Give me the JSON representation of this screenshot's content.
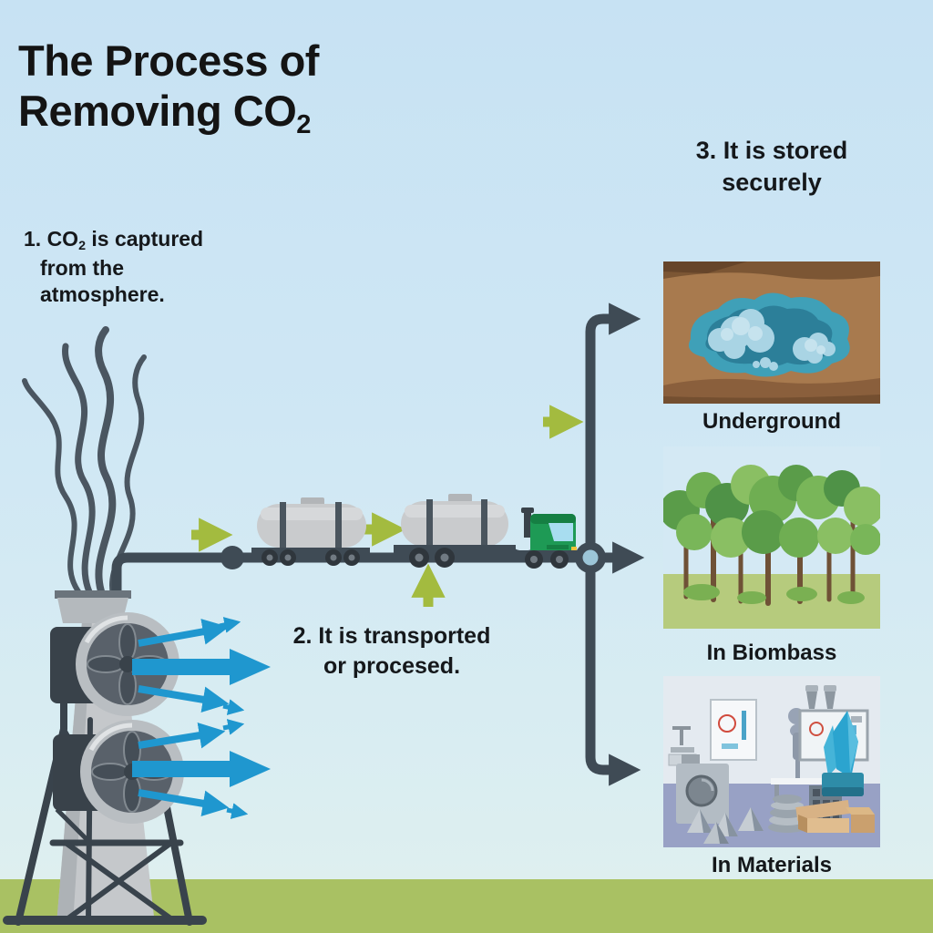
{
  "title": {
    "line1": "The Process of",
    "line2_main": "Removing CO",
    "line2_sub": "2"
  },
  "steps": {
    "step1": {
      "line1_pre": "1. CO",
      "line1_sub": "2",
      "line1_post": " is captured",
      "line2": "from the",
      "line3": "atmosphere."
    },
    "step2": {
      "line1": "2. It is transported",
      "line2": "or procesed."
    },
    "step3": {
      "line1": "3. It is stored",
      "line2": "securely"
    }
  },
  "storage_options": [
    {
      "id": "underground",
      "label": "Underground"
    },
    {
      "id": "biomass",
      "label": "In Biombass"
    },
    {
      "id": "materials",
      "label": "In Materials"
    }
  ],
  "icons": [
    "smoke-icon",
    "capture-machine-icon",
    "fan-icon",
    "air-flow-arrow-icon",
    "pipeline-icon",
    "junction-dot-icon",
    "branch-junction-icon",
    "flow-arrow-icon",
    "tanker-car-icon",
    "truck-icon",
    "underground-storage-illustration",
    "forest-illustration",
    "materials-lab-illustration"
  ],
  "colors": {
    "sky_top": "#c7e2f3",
    "sky_bottom": "#e0f0ee",
    "ground_green": "#a9c163",
    "pipe_dark": "#3f4b55",
    "flow_arrow_green": "#a3bb3f",
    "air_arrow_blue": "#1f97cf",
    "machine_gray": "#c5c8cb",
    "fan_dark": "#59616a",
    "truck_green": "#1e9a55",
    "earth_brown": "#a87a4e",
    "pool_teal": "#3fa0b8",
    "co2_cloud": "#a9d4e4",
    "forest_green": "#6aaa4f",
    "lab_floor": "#98a1c5",
    "crystal_blue": "#2ba4cf",
    "text_black": "#141414"
  }
}
